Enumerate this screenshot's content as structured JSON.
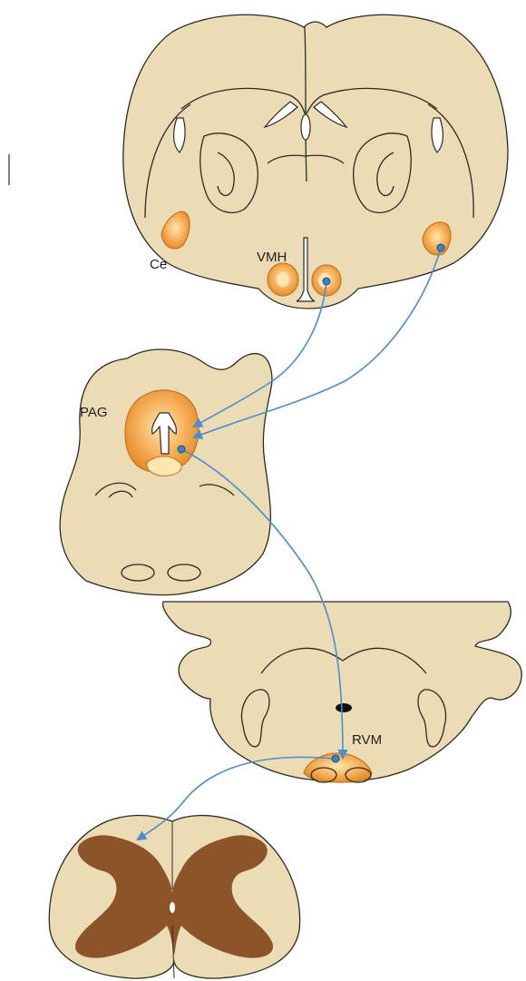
{
  "labels": {
    "ce": "Ce",
    "vmh": "VMH",
    "pag": "PAG",
    "rvm": "RVM"
  },
  "colors": {
    "tissue": "#ecdcb6",
    "outline": "#2d2a24",
    "nucleus_light": "#fbd28a",
    "nucleus_dark": "#e0861f",
    "grey_matter": "#8d5329",
    "pathway": "#4a8ed1",
    "node": "#2f86d1"
  }
}
